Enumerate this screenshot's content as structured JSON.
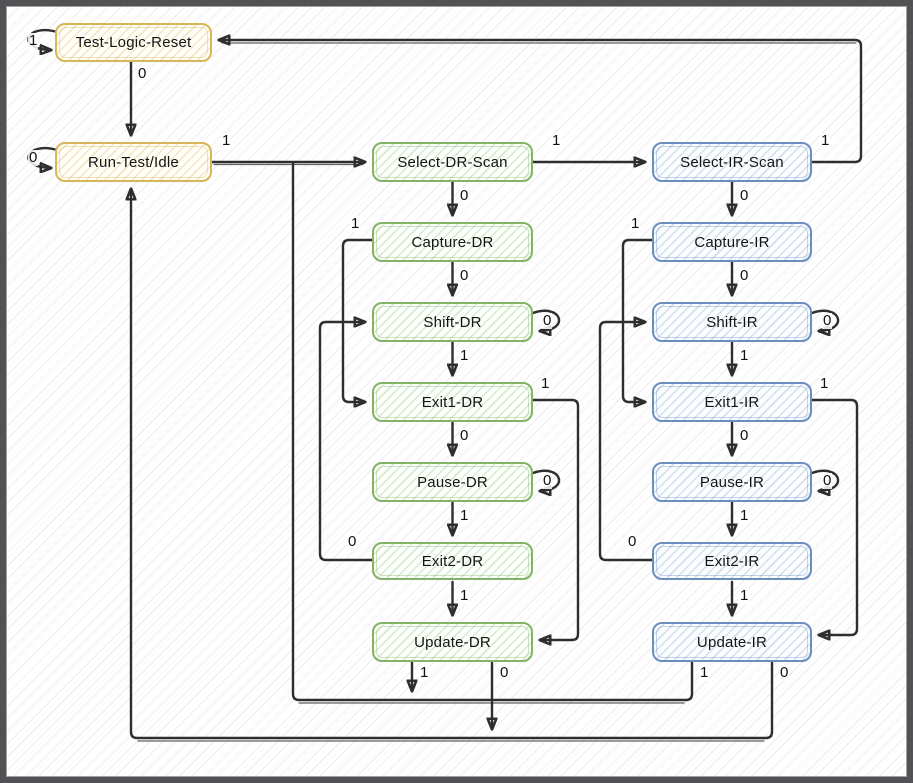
{
  "diagram": {
    "type": "state-machine",
    "states": [
      {
        "label": "Test-Logic-Reset",
        "group": "reset-idle"
      },
      {
        "label": "Run-Test/Idle",
        "group": "reset-idle"
      },
      {
        "label": "Select-DR-Scan",
        "group": "dr"
      },
      {
        "label": "Capture-DR",
        "group": "dr"
      },
      {
        "label": "Shift-DR",
        "group": "dr"
      },
      {
        "label": "Exit1-DR",
        "group": "dr"
      },
      {
        "label": "Pause-DR",
        "group": "dr"
      },
      {
        "label": "Exit2-DR",
        "group": "dr"
      },
      {
        "label": "Update-DR",
        "group": "dr"
      },
      {
        "label": "Select-IR-Scan",
        "group": "ir"
      },
      {
        "label": "Capture-IR",
        "group": "ir"
      },
      {
        "label": "Shift-IR",
        "group": "ir"
      },
      {
        "label": "Exit1-IR",
        "group": "ir"
      },
      {
        "label": "Pause-IR",
        "group": "ir"
      },
      {
        "label": "Exit2-IR",
        "group": "ir"
      },
      {
        "label": "Update-IR",
        "group": "ir"
      }
    ],
    "transitions": [
      {
        "from": "Test-Logic-Reset",
        "to": "Test-Logic-Reset",
        "tms": "1"
      },
      {
        "from": "Test-Logic-Reset",
        "to": "Run-Test/Idle",
        "tms": "0"
      },
      {
        "from": "Run-Test/Idle",
        "to": "Run-Test/Idle",
        "tms": "0"
      },
      {
        "from": "Run-Test/Idle",
        "to": "Select-DR-Scan",
        "tms": "1"
      },
      {
        "from": "Select-DR-Scan",
        "to": "Capture-DR",
        "tms": "0"
      },
      {
        "from": "Select-DR-Scan",
        "to": "Select-IR-Scan",
        "tms": "1"
      },
      {
        "from": "Capture-DR",
        "to": "Shift-DR",
        "tms": "0"
      },
      {
        "from": "Capture-DR",
        "to": "Exit1-DR",
        "tms": "1"
      },
      {
        "from": "Shift-DR",
        "to": "Shift-DR",
        "tms": "0"
      },
      {
        "from": "Shift-DR",
        "to": "Exit1-DR",
        "tms": "1"
      },
      {
        "from": "Exit1-DR",
        "to": "Pause-DR",
        "tms": "0"
      },
      {
        "from": "Exit1-DR",
        "to": "Update-DR",
        "tms": "1"
      },
      {
        "from": "Pause-DR",
        "to": "Pause-DR",
        "tms": "0"
      },
      {
        "from": "Pause-DR",
        "to": "Exit2-DR",
        "tms": "1"
      },
      {
        "from": "Exit2-DR",
        "to": "Shift-DR",
        "tms": "0"
      },
      {
        "from": "Exit2-DR",
        "to": "Update-DR",
        "tms": "1"
      },
      {
        "from": "Update-DR",
        "to": "Select-DR-Scan",
        "tms": "1"
      },
      {
        "from": "Update-DR",
        "to": "Run-Test/Idle",
        "tms": "0"
      },
      {
        "from": "Select-IR-Scan",
        "to": "Capture-IR",
        "tms": "0"
      },
      {
        "from": "Select-IR-Scan",
        "to": "Test-Logic-Reset",
        "tms": "1"
      },
      {
        "from": "Capture-IR",
        "to": "Shift-IR",
        "tms": "0"
      },
      {
        "from": "Capture-IR",
        "to": "Exit1-IR",
        "tms": "1"
      },
      {
        "from": "Shift-IR",
        "to": "Shift-IR",
        "tms": "0"
      },
      {
        "from": "Shift-IR",
        "to": "Exit1-IR",
        "tms": "1"
      },
      {
        "from": "Exit1-IR",
        "to": "Pause-IR",
        "tms": "0"
      },
      {
        "from": "Exit1-IR",
        "to": "Update-IR",
        "tms": "1"
      },
      {
        "from": "Pause-IR",
        "to": "Pause-IR",
        "tms": "0"
      },
      {
        "from": "Pause-IR",
        "to": "Exit2-IR",
        "tms": "1"
      },
      {
        "from": "Exit2-IR",
        "to": "Shift-IR",
        "tms": "0"
      },
      {
        "from": "Exit2-IR",
        "to": "Update-IR",
        "tms": "1"
      },
      {
        "from": "Update-IR",
        "to": "Select-DR-Scan",
        "tms": "1"
      },
      {
        "from": "Update-IR",
        "to": "Run-Test/Idle",
        "tms": "0"
      }
    ],
    "colors": {
      "reset_idle_border": "#d6b656",
      "reset_idle_fill": "#fff2cc",
      "dr_border": "#82b366",
      "dr_fill": "#d5e8d4",
      "ir_border": "#6c8ebf",
      "ir_fill": "#dae8fc",
      "edge": "#2e2e2e",
      "frame": "#525255",
      "background": "#ffffff"
    }
  }
}
